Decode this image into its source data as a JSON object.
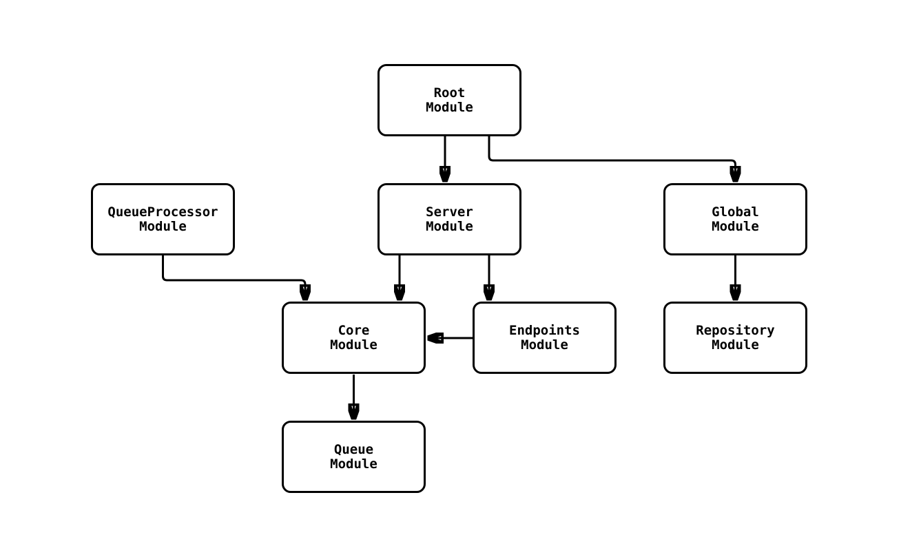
{
  "diagram": {
    "type": "flowchart",
    "background_color": "#ffffff",
    "node_fill_color": "#ffffff",
    "node_border_color": "#000000",
    "edge_color": "#000000",
    "text_color": "#000000",
    "nodes": [
      {
        "id": "root",
        "label": "Root\nModule"
      },
      {
        "id": "queueprocessor",
        "label": "QueueProcessor\nModule"
      },
      {
        "id": "server",
        "label": "Server\nModule"
      },
      {
        "id": "global",
        "label": "Global\nModule"
      },
      {
        "id": "core",
        "label": "Core\nModule"
      },
      {
        "id": "endpoints",
        "label": "Endpoints\nModule"
      },
      {
        "id": "repository",
        "label": "Repository\nModule"
      },
      {
        "id": "queue",
        "label": "Queue\nModule"
      }
    ],
    "edges": [
      {
        "from": "root",
        "to": "server"
      },
      {
        "from": "root",
        "to": "global"
      },
      {
        "from": "queueprocessor",
        "to": "core"
      },
      {
        "from": "server",
        "to": "core"
      },
      {
        "from": "server",
        "to": "endpoints"
      },
      {
        "from": "endpoints",
        "to": "core"
      },
      {
        "from": "global",
        "to": "repository"
      },
      {
        "from": "core",
        "to": "queue"
      }
    ]
  }
}
